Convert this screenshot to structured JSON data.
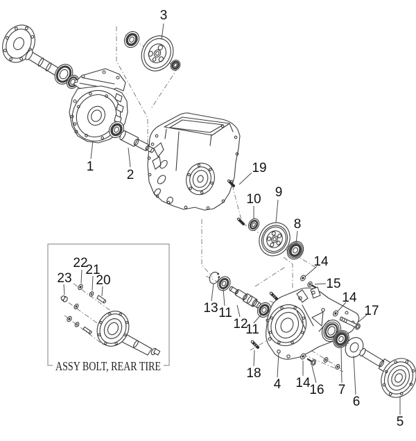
{
  "colors": {
    "background": "#ffffff",
    "line": "#3a3a3a",
    "label": "#111111"
  },
  "inset": {
    "caption": "ASSY BOLT, REAR TIRE"
  },
  "callouts": [
    "1",
    "2",
    "3",
    "19",
    "10",
    "9",
    "8",
    "14",
    "15",
    "14",
    "17",
    "13",
    "11",
    "12",
    "11",
    "18",
    "4",
    "14",
    "16",
    "7",
    "6",
    "5",
    "23",
    "22",
    "21",
    "20"
  ]
}
